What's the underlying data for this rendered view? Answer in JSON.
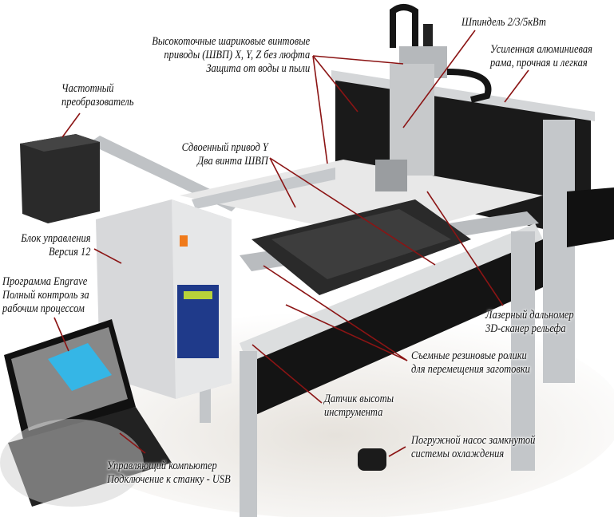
{
  "colors": {
    "leader": "#8b1414",
    "frame": "#c9ccd0",
    "panel": "#111111",
    "laptop_screen": "#35b6e6",
    "button": "#f07a1a"
  },
  "labels": {
    "spindle": [
      "Шпиндель 2/3/5кВт"
    ],
    "ball_screws": [
      "Высокоточные шариковые винтовые",
      "приводы (ШВП) X, Y, Z без люфта",
      "Защита от воды и пыли"
    ],
    "frame": [
      "Усиленная алюминиевая",
      "рама, прочная и легкая"
    ],
    "inverter": [
      "Частотный",
      "преобразователь"
    ],
    "dual_y": [
      "Сдвоенный привод Y",
      "Два винта ШВП"
    ],
    "control_box": [
      "Блок управления",
      "Версия 12"
    ],
    "software": [
      "Программа Engrave",
      "Полный контроль за",
      "рабочим процессом"
    ],
    "laser": [
      "Лазерный дальномер",
      "3D-сканер рельефа"
    ],
    "rollers": [
      "Съемные резиновые ролики",
      "для перемещения заготовки"
    ],
    "tool_sensor": [
      "Датчик высоты",
      "инструмента"
    ],
    "pump": [
      "Погружной насос замкнутой",
      "системы охлаждения"
    ],
    "computer": [
      "Управляющий компьютер",
      "Подключение к станку - USB"
    ]
  }
}
